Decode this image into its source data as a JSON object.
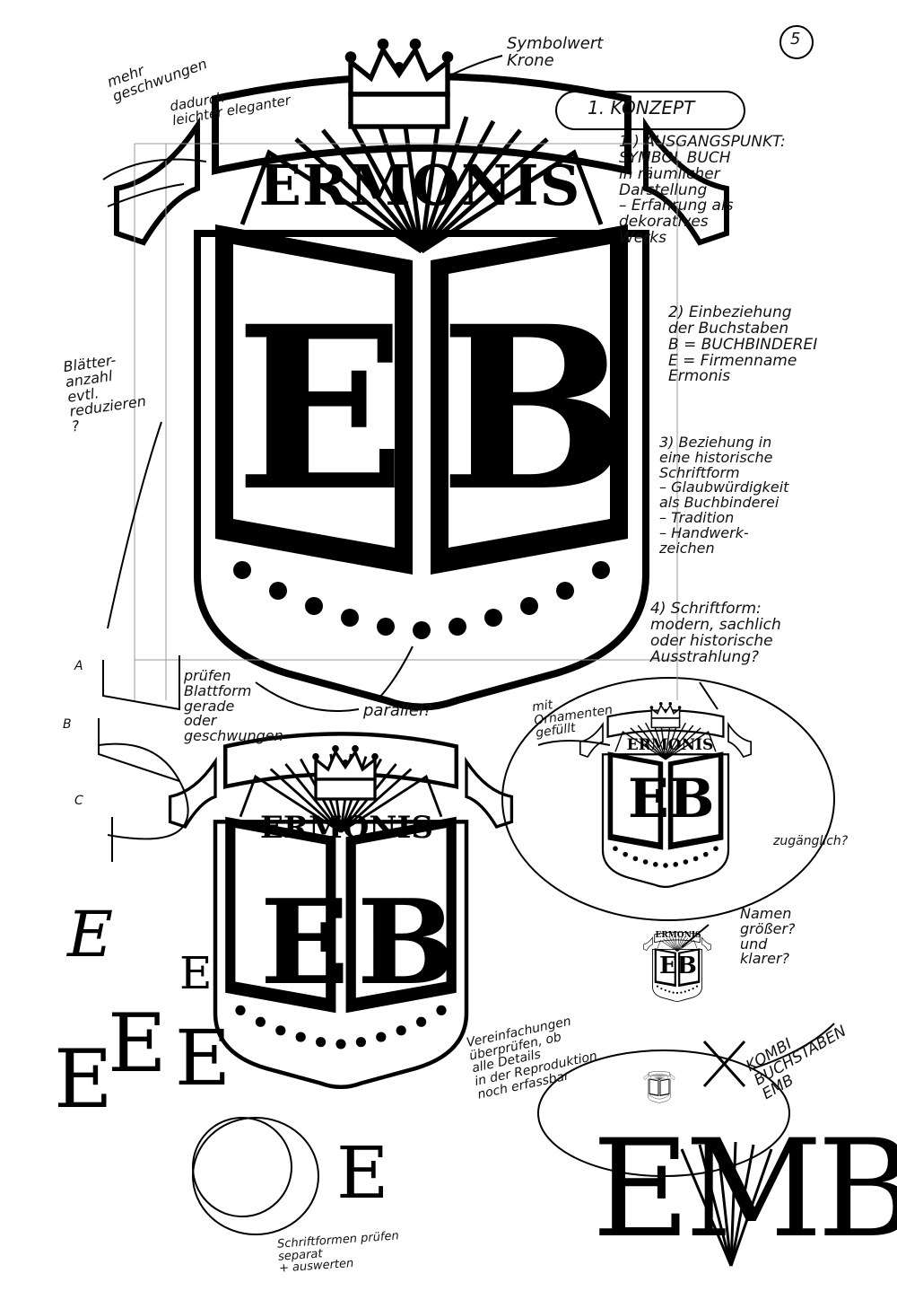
{
  "page_number": "5",
  "logo": {
    "name": "ERMONIS",
    "monogram_left": "E",
    "monogram_right": "B"
  },
  "big_monogram": "EMB",
  "annotations": {
    "crown": "Symbolwert\nKrone",
    "concept": "1. KONZEPT",
    "more_sweeping": "mehr\ngeschwungen",
    "ribbon_note": "dadurch\nleichter eleganter",
    "point1": "1.) AUSGANGSPUNKT:\nSYMBOL BUCH\nin räumlicher\nDarstellung\n– Erfahrung als\ndekoratives\nWerks",
    "point2": "2) Einbeziehung\nder Buchstaben\nB = BUCHBINDEREI\nE = Firmenname\nErmonis",
    "point3": "3) Beziehung in\neine historische\nSchriftform\n– Glaubwürdigkeit\nals Buchbinderei\n– Tradition\n– Handwerk-\nzeichen",
    "point4": "4) Schriftform:\nmodern, sachlich\noder historische\nAusstrahlung?",
    "pages_count": "Blätter-\nanzahl\nevtl.\nreduzieren\n?",
    "check_shape": "prüfen\nBlattform\ngerade\noder\ngeschwungen",
    "option_a": "A",
    "option_b": "B",
    "option_c": "C",
    "parallel": "parallel?",
    "ornament": "mit\nOrnamenten\ngefüllt",
    "modern": "zugänglich?",
    "names_question": "Namen\ngrößer?\nund\nklarer?",
    "simplify": "Vereinfachungen\nüberprüfen, ob\nalle Details\nin der Reproduktion\nnoch erfassbar",
    "combi": "KOMBI\nBUCHSTABEN\nEMB",
    "letter_forms": "Schriftformen prüfen\nseparat\n+ auswerten"
  },
  "letter_studies": [
    "E",
    "E",
    "E",
    "E",
    "E",
    "E"
  ]
}
